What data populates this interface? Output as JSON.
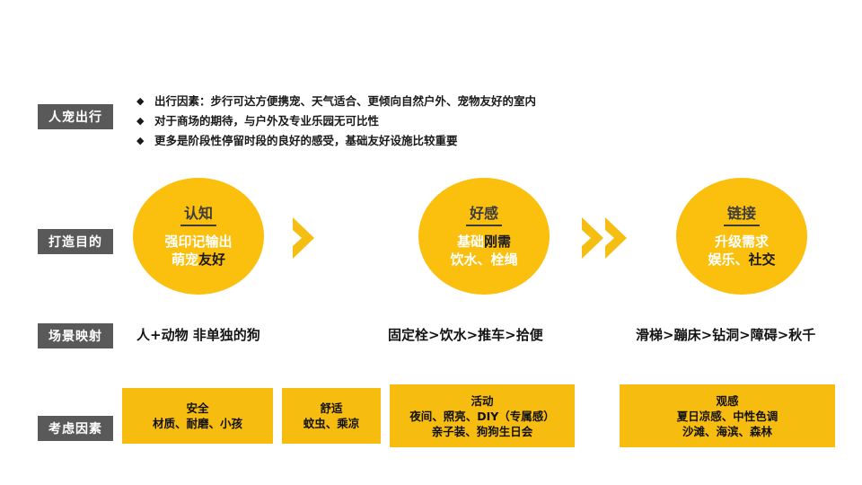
{
  "theme": {
    "background": "#ffffff",
    "label_gray": "#595959",
    "accent_yellow": "#FBBF0E",
    "box_yellow": "#F7BC10",
    "dark_text": "#1a1a1a",
    "title_dark": "#3d3d3d",
    "white_text": "#ffffff"
  },
  "rows": {
    "travel": {
      "label": "人宠出行"
    },
    "purpose": {
      "label": "打造目的"
    },
    "scene": {
      "label": "场景映射"
    },
    "factors": {
      "label": "考虑因素"
    }
  },
  "bullets": {
    "marker": "◆",
    "items": [
      "出行因素：步行可达方便携宠、天气适合、更倾向自然户外、宠物友好的室内",
      "对于商场的期待，与户外及专业乐园无可比性",
      "更多是阶段性停留时段的良好的感受，基础友好设施比较重要"
    ]
  },
  "circles": [
    {
      "title": "认知",
      "lines": [
        [
          {
            "text": "强印记输出",
            "color": "white"
          }
        ],
        [
          {
            "text": "萌宠",
            "color": "white"
          },
          {
            "text": "友好",
            "color": "black"
          }
        ]
      ]
    },
    {
      "title": "好感",
      "lines": [
        [
          {
            "text": "基础",
            "color": "white"
          },
          {
            "text": "刚需",
            "color": "black"
          }
        ],
        [
          {
            "text": "饮水、栓绳",
            "color": "white"
          }
        ]
      ]
    },
    {
      "title": "链接",
      "lines": [
        [
          {
            "text": "升级需求",
            "color": "white"
          }
        ],
        [
          {
            "text": "娱乐、",
            "color": "white"
          },
          {
            "text": "社交",
            "color": "black"
          }
        ]
      ]
    }
  ],
  "arrows": [
    {
      "name": "chevron-right-single",
      "count": 1
    },
    {
      "name": "chevron-right-double",
      "count": 2
    }
  ],
  "scene_mapping": [
    "人+动物 非单独的狗",
    "固定栓>饮水>推车>拾便",
    "滑梯>蹦床>钻洞>障碍>秋千"
  ],
  "factor_boxes": [
    {
      "lines": [
        "安全",
        "材质、耐磨、小孩"
      ]
    },
    {
      "lines": [
        "舒适",
        "蚊虫、乘凉"
      ]
    },
    {
      "lines": [
        "活动",
        "夜间、照亮、DIY（专属感）",
        "亲子装、狗狗生日会"
      ]
    },
    {
      "lines": [
        "观感",
        "夏日凉感、中性色调",
        "沙滩、海滨、森林"
      ]
    }
  ]
}
